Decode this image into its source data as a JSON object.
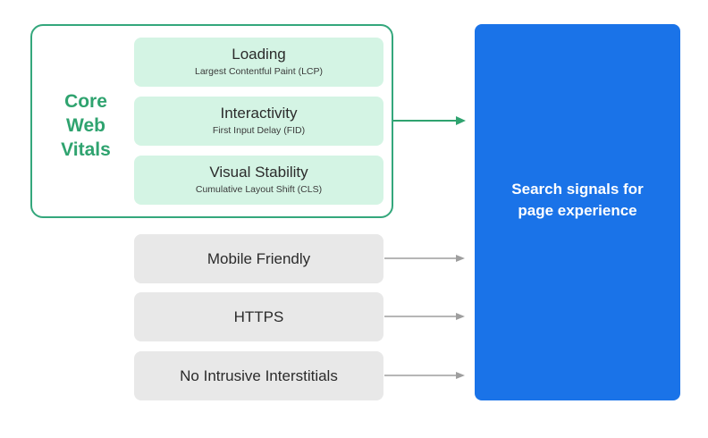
{
  "core_web_vitals": {
    "title_lines": [
      "Core",
      "Web",
      "Vitals"
    ],
    "metrics": [
      {
        "name": "Loading",
        "metric": "Largest Contentful Paint (LCP)"
      },
      {
        "name": "Interactivity",
        "metric": "First Input Delay (FID)"
      },
      {
        "name": "Visual Stability",
        "metric": "Cumulative Layout Shift (CLS)"
      }
    ]
  },
  "other_signals": [
    "Mobile Friendly",
    "HTTPS",
    "No Intrusive Interstitials"
  ],
  "result": {
    "label": "Search signals for page experience"
  },
  "colors": {
    "cwv_green": "#2fa36f",
    "cwv_box": "#d4f4e4",
    "signal_box": "#e8e8e8",
    "result_blue": "#1a73e8",
    "arrow_grey": "#9e9e9e"
  }
}
